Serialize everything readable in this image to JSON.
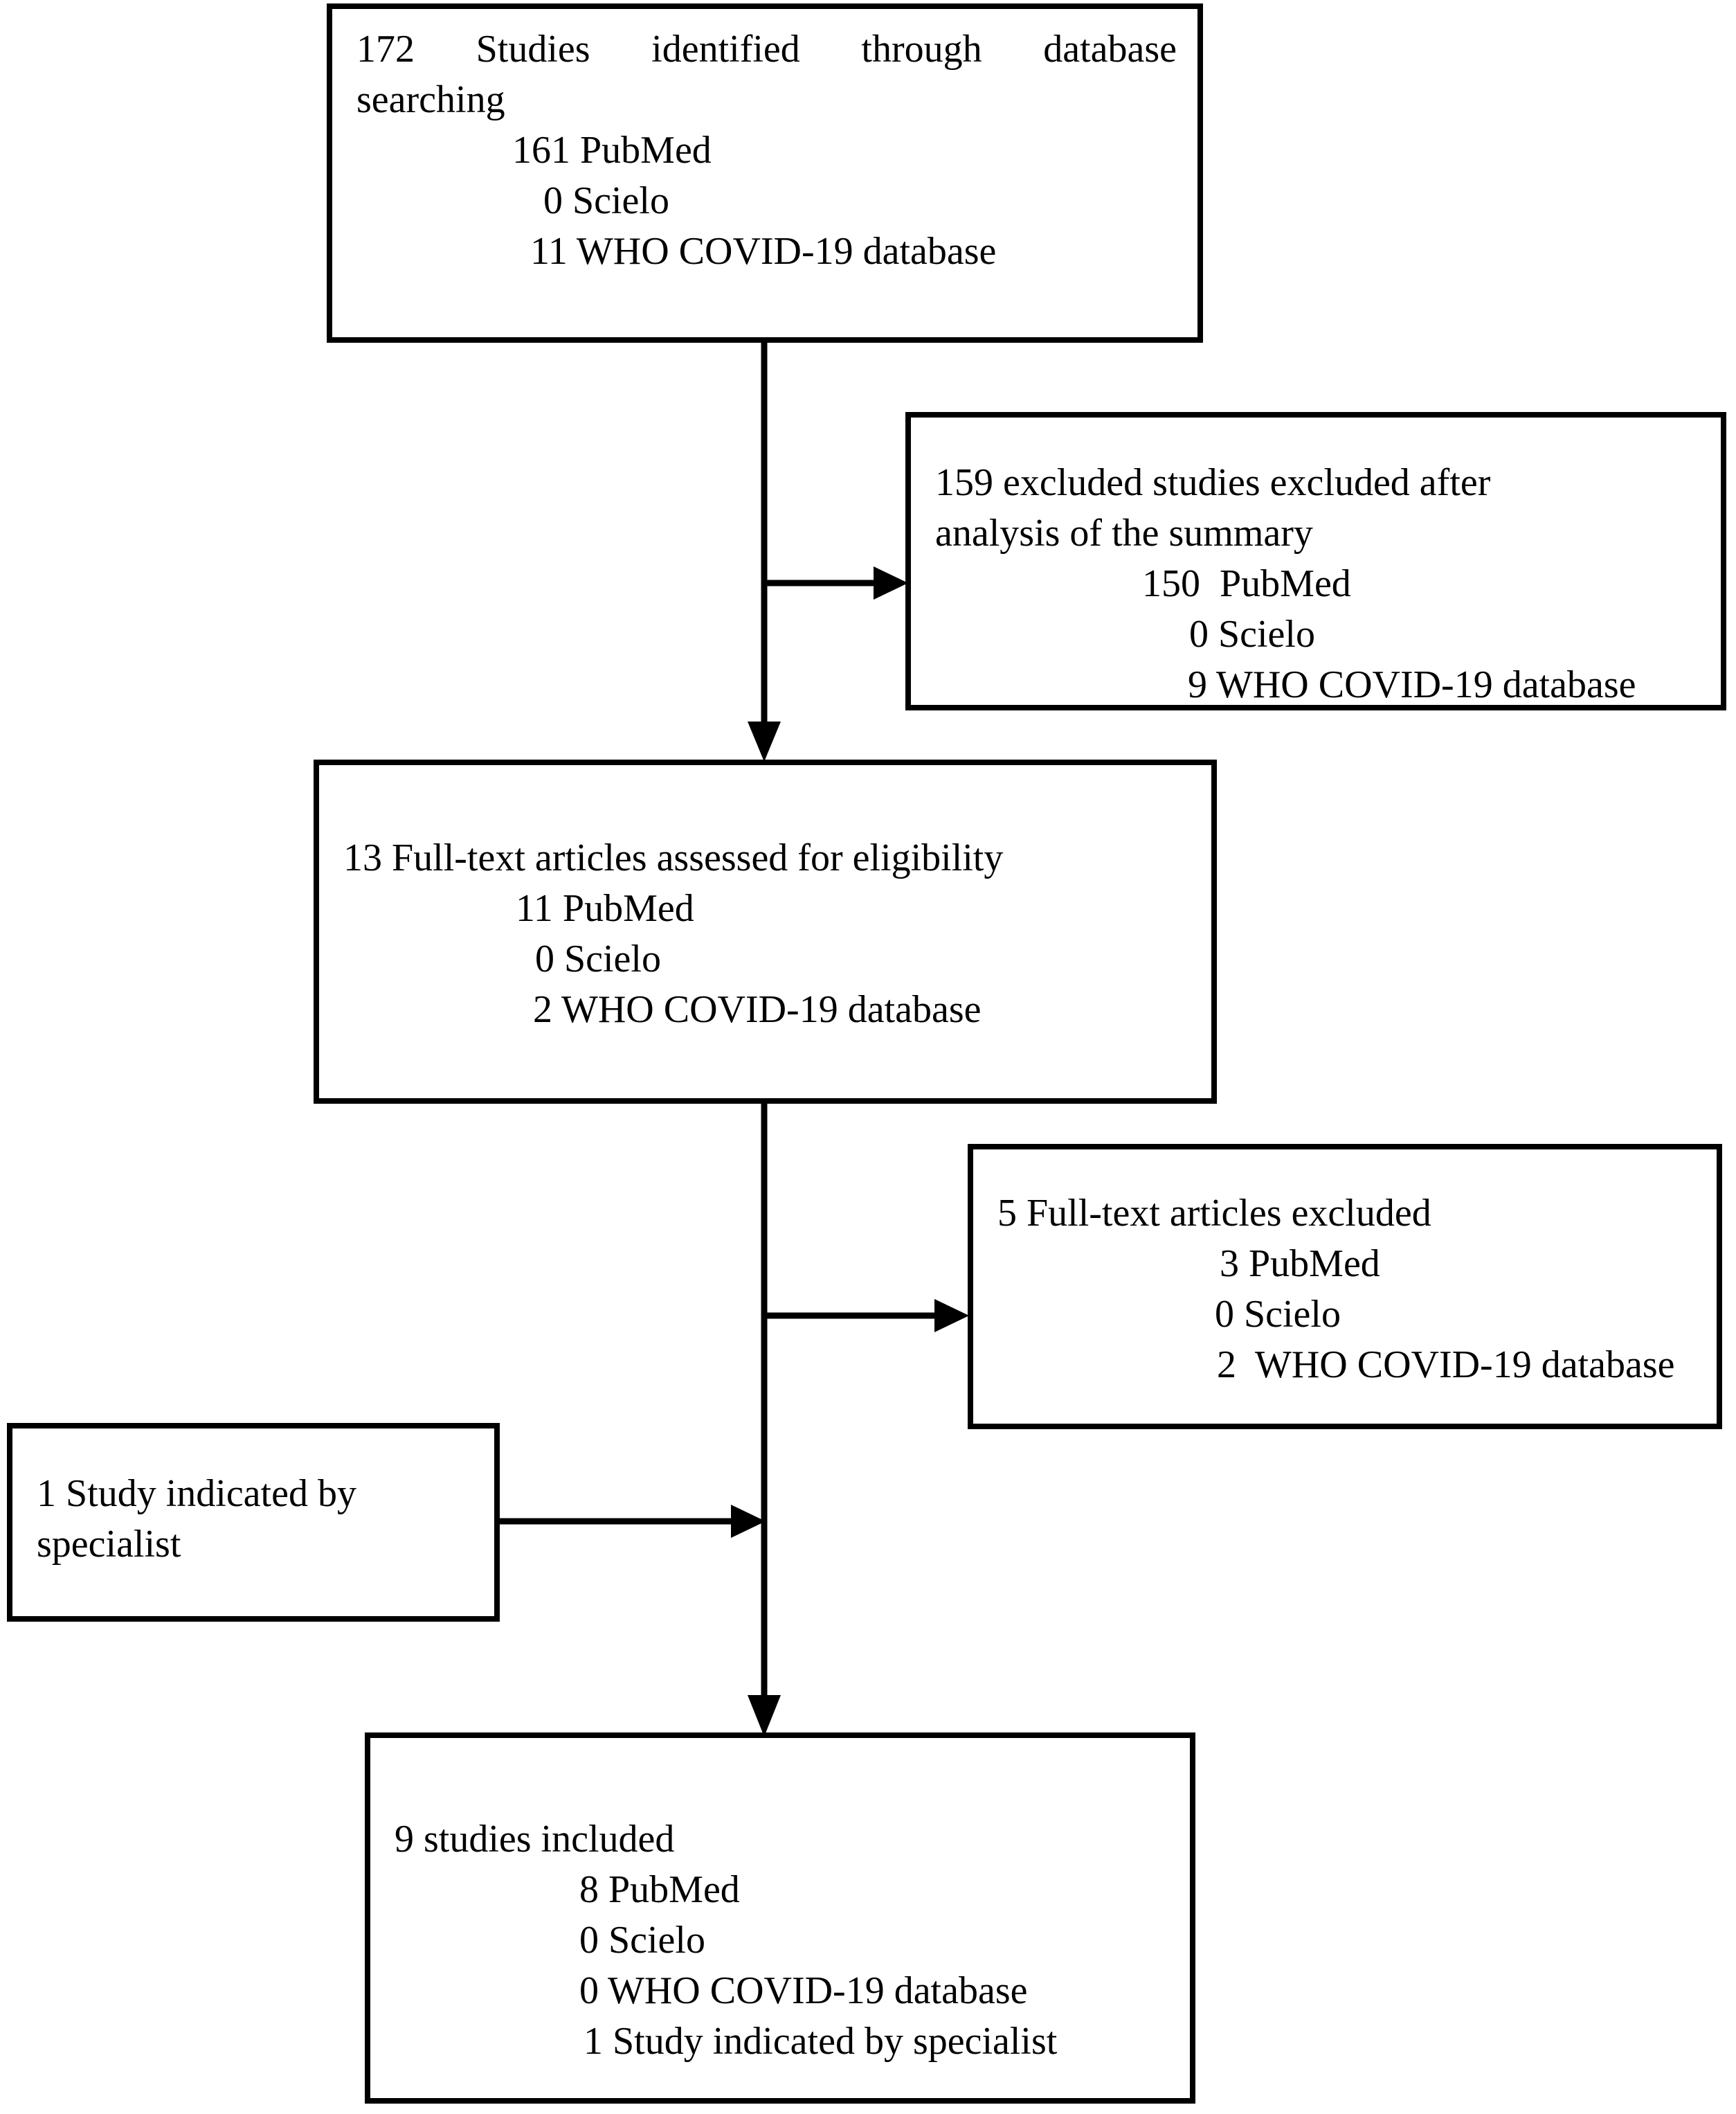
{
  "diagram": {
    "type": "flowchart",
    "boxes": {
      "identification": {
        "title_lines": [
          "172 Studies identified through database",
          "searching"
        ],
        "items": [
          "161 PubMed",
          "0 Scielo",
          "11 WHO COVID-19 database"
        ]
      },
      "excluded_summary": {
        "title_lines": [
          "159 excluded studies excluded after",
          "analysis of the summary"
        ],
        "items": [
          "150  PubMed",
          "0 Scielo",
          "9 WHO COVID-19 database"
        ]
      },
      "assessed": {
        "title_lines": [
          "13 Full-text articles assessed for eligibility"
        ],
        "items": [
          "11 PubMed",
          "0 Scielo",
          "2 WHO COVID-19 database"
        ]
      },
      "fulltext_excluded": {
        "title_lines": [
          "5 Full-text articles excluded"
        ],
        "items": [
          "3 PubMed",
          "0 Scielo",
          "2  WHO COVID-19 database"
        ]
      },
      "specialist": {
        "title_lines": [
          "1 Study indicated by",
          "specialist"
        ],
        "items": []
      },
      "included": {
        "title_lines": [
          "9 studies included"
        ],
        "items": [
          "8 PubMed",
          "0 Scielo",
          "0 WHO COVID-19 database",
          "1 Study indicated by specialist"
        ]
      }
    },
    "colors": {
      "line": "#000000",
      "background": "#ffffff",
      "text": "#000000"
    }
  }
}
